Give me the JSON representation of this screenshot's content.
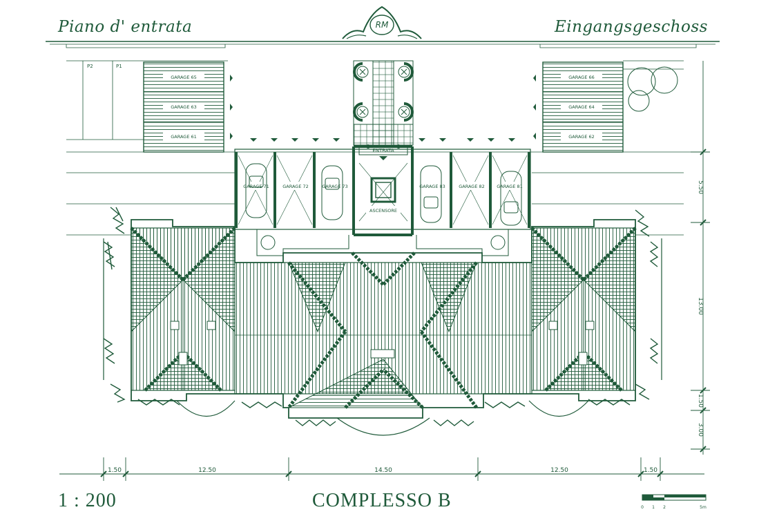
{
  "header": {
    "title_left": "Piano d' entrata",
    "title_right": "Eingangsgeschoss",
    "logo_monogram": "RM"
  },
  "footer": {
    "scale": "1 : 200",
    "complex_name": "COMPLESSO B",
    "scalebar_labels": [
      "0",
      "1",
      "2",
      "5m"
    ]
  },
  "parking": [
    "P2",
    "P1"
  ],
  "garages_top_left": [
    "GARAGE 65",
    "GARAGE 63",
    "GARAGE 61"
  ],
  "garages_top_right": [
    "GARAGE 66",
    "GARAGE 64",
    "GARAGE 62"
  ],
  "garages_row": [
    "GARAGE 71",
    "GARAGE 72",
    "GARAGE 73",
    "GARAGE 83",
    "GARAGE 82",
    "GARAGE 81"
  ],
  "labels": {
    "entrance": "ENTRATA",
    "elevator": "ASCENSORE"
  },
  "dimensions_bottom": [
    "1.50",
    "12.50",
    "14.50",
    "12.50",
    "1.50"
  ],
  "dimensions_right": [
    "5.50",
    "13.00",
    "1.50",
    "3.00"
  ],
  "colors": {
    "ink": "#1f5a3a"
  }
}
